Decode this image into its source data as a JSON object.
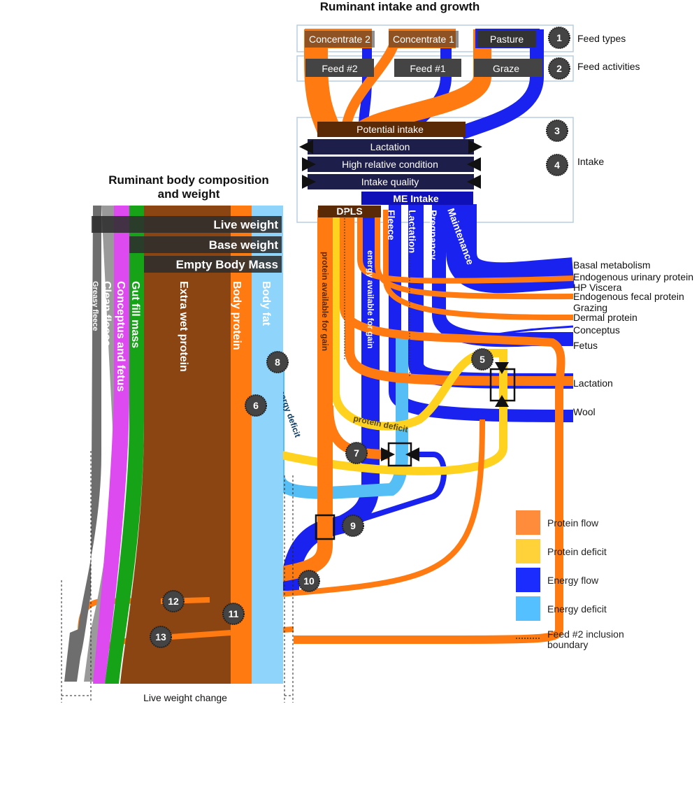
{
  "titles": {
    "intake_growth": "Ruminant intake and growth",
    "composition_line1": "Ruminant body composition",
    "composition_line2": "and weight"
  },
  "feed_types": [
    "Concentrate 2",
    "Concentrate 1",
    "Pasture"
  ],
  "feed_activities": [
    "Feed #2",
    "Feed #1",
    "Graze"
  ],
  "right_labels": {
    "feed_types": "Feed types",
    "feed_activities": "Feed activities",
    "intake": "Intake"
  },
  "intake_bands": [
    "Potential intake",
    "Lactation",
    "High relative condition",
    "Intake quality"
  ],
  "me_intake": "ME Intake",
  "dpls": "DPLS",
  "energy_columns": [
    "Fleece",
    "Lactation",
    "Pregnancy",
    "Maintenance"
  ],
  "flow_labels": {
    "protein_gain": "protein available for gain",
    "energy_gain": "energy available for gain",
    "protein_deficit": "protein deficit",
    "energy_deficit": "energy deficit"
  },
  "outputs": [
    "Basal metabolism",
    "Endogenous urinary protein",
    "HP Viscera",
    "Endogenous fecal protein",
    "Grazing",
    "Dermal protein",
    "Conceptus",
    "Fetus",
    "Lactation",
    "Wool"
  ],
  "body_bars": [
    "Live weight",
    "Base weight",
    "Empty Body Mass"
  ],
  "body_columns": [
    "Greasy fleece",
    "Clean fleece",
    "Conceptus and fetus",
    "Gut fill mass",
    "Extra wet protein",
    "Body protein",
    "Body fat"
  ],
  "live_weight_change": "Live weight change",
  "badges": [
    "1",
    "2",
    "3",
    "4",
    "5",
    "6",
    "7",
    "8",
    "9",
    "10",
    "11",
    "12",
    "13"
  ],
  "legend": [
    {
      "label": "Protein flow",
      "color": "#ff8c3a"
    },
    {
      "label": "Protein deficit",
      "color": "#ffd23a"
    },
    {
      "label": "Energy flow",
      "color": "#1a2cff"
    },
    {
      "label": "Energy deficit",
      "color": "#55c0ff"
    }
  ],
  "legend_boundary_line1": "Feed #2 inclusion",
  "legend_boundary_line2": "boundary",
  "colors": {
    "protein": "#ff7a10",
    "deficit": "#ffd21f",
    "energy": "#1a22f0",
    "energy_deficit": "#55bff5",
    "brown": "#8b4513",
    "green": "#17a317",
    "magenta": "#dd4af0",
    "gray": "#8a8a8a",
    "dark": "#444444"
  }
}
